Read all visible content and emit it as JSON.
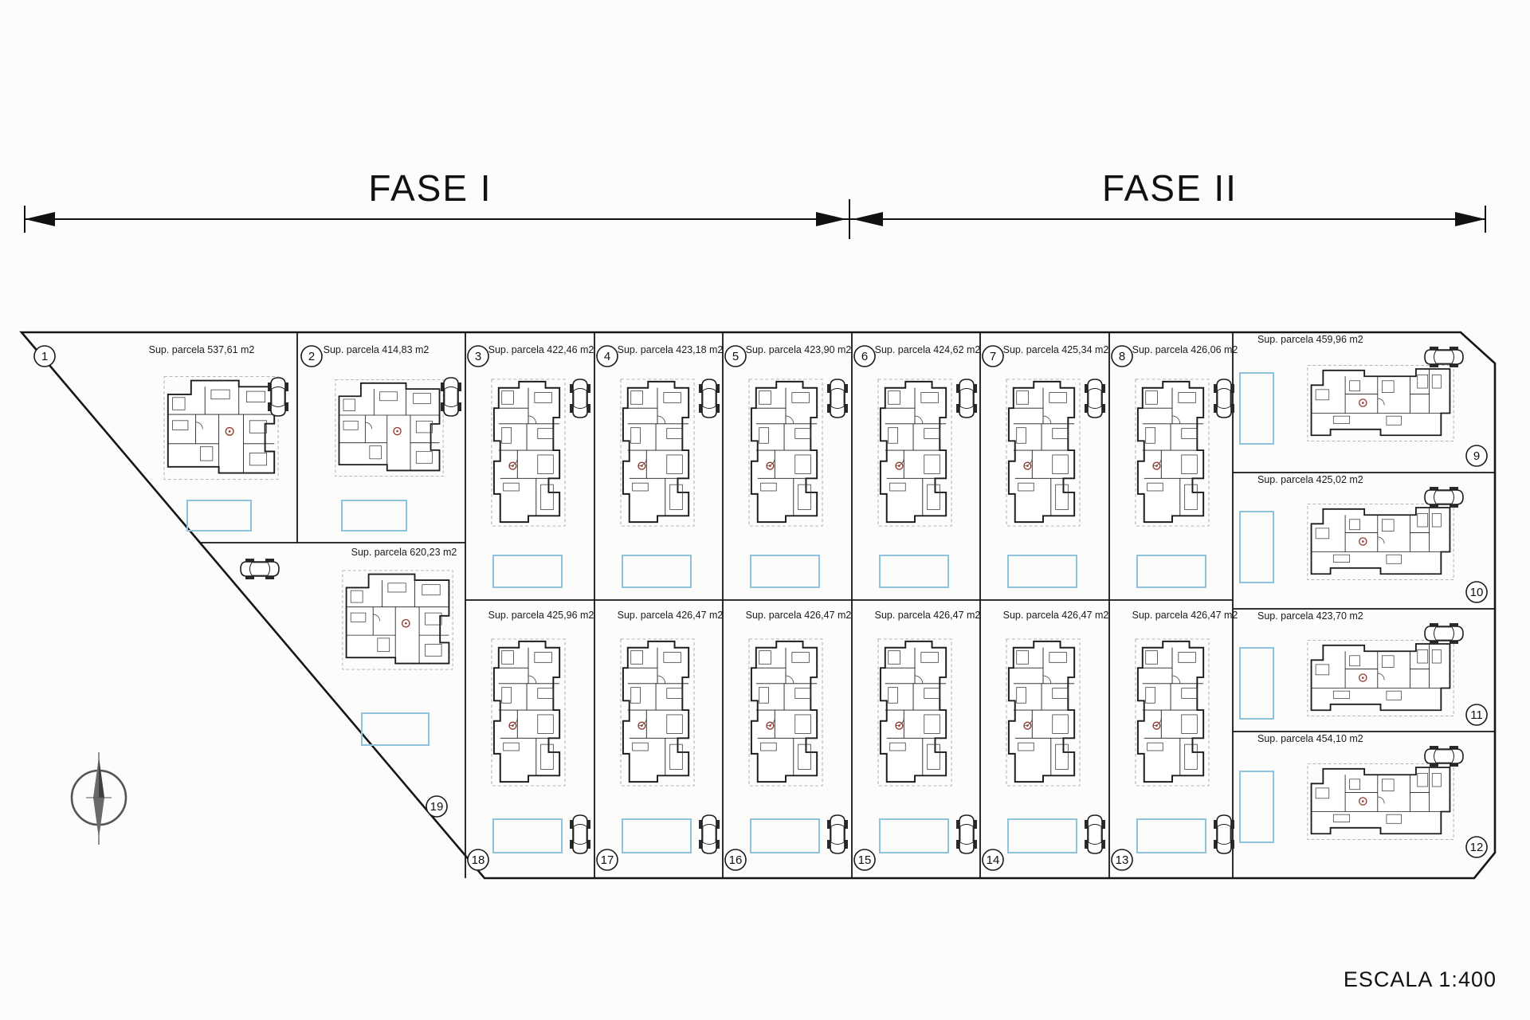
{
  "document": {
    "type": "site-plan",
    "scale_label": "ESCALA 1:400"
  },
  "phases": [
    {
      "label": "FASE I"
    },
    {
      "label": "FASE II"
    }
  ],
  "plots": [
    {
      "number": "1",
      "area": "Sup. parcela 537,61 m2"
    },
    {
      "number": "2",
      "area": "Sup. parcela 414,83 m2"
    },
    {
      "number": "3",
      "area": "Sup. parcela 422,46 m2"
    },
    {
      "number": "4",
      "area": "Sup. parcela 423,18 m2"
    },
    {
      "number": "5",
      "area": "Sup. parcela 423,90 m2"
    },
    {
      "number": "6",
      "area": "Sup. parcela 424,62 m2"
    },
    {
      "number": "7",
      "area": "Sup. parcela 425,34 m2"
    },
    {
      "number": "8",
      "area": "Sup. parcela 426,06 m2"
    },
    {
      "number": "9",
      "area": "Sup. parcela 459,96 m2"
    },
    {
      "number": "10",
      "area": "Sup. parcela 425,02 m2"
    },
    {
      "number": "11",
      "area": "Sup. parcela 423,70 m2"
    },
    {
      "number": "12",
      "area": "Sup. parcela 454,10 m2"
    },
    {
      "number": "13",
      "area": "Sup. parcela 426,47 m2"
    },
    {
      "number": "14",
      "area": "Sup. parcela 426,47 m2"
    },
    {
      "number": "15",
      "area": "Sup. parcela 426,47 m2"
    },
    {
      "number": "16",
      "area": "Sup. parcela 426,47 m2"
    },
    {
      "number": "17",
      "area": "Sup. parcela 426,47 m2"
    },
    {
      "number": "18",
      "area": "Sup. parcela 425,96 m2"
    },
    {
      "number": "19",
      "area": "Sup. parcela 620,23 m2"
    }
  ],
  "icons": {
    "compass": "north-arrow",
    "car": "car-top-view",
    "pool": "pool-rectangle"
  },
  "colors": {
    "line": "#1d1d1d",
    "pool_blue": "#8fc2dd",
    "accent_red": "#93392e",
    "paper": "#fcfcfa"
  }
}
